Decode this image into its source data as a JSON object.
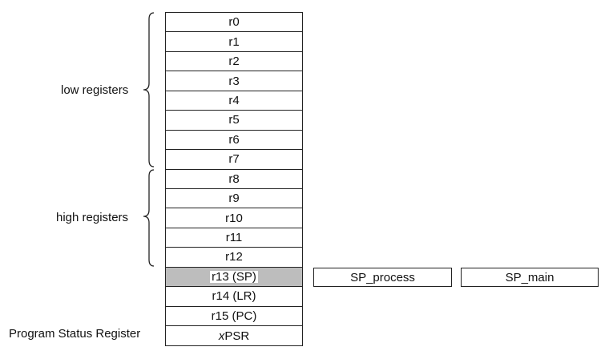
{
  "groups": {
    "low_label": "low registers",
    "high_label": "high registers",
    "psr_label": "Program Status Register"
  },
  "registers": [
    {
      "label": "r0"
    },
    {
      "label": "r1"
    },
    {
      "label": "r2"
    },
    {
      "label": "r3"
    },
    {
      "label": "r4"
    },
    {
      "label": "r5"
    },
    {
      "label": "r6"
    },
    {
      "label": "r7"
    },
    {
      "label": "r8"
    },
    {
      "label": "r9"
    },
    {
      "label": "r10"
    },
    {
      "label": "r11"
    },
    {
      "label": "r12"
    },
    {
      "label": "r13 (SP)"
    },
    {
      "label": "r14 (LR)"
    },
    {
      "label": "r15 (PC)"
    }
  ],
  "xpsr": {
    "prefix": "x",
    "suffix": "PSR"
  },
  "banked_stack_pointers": {
    "process": "SP_process",
    "main": "SP_main"
  },
  "colors": {
    "banked_fill": "#bdbdbd",
    "line": "#222222"
  }
}
